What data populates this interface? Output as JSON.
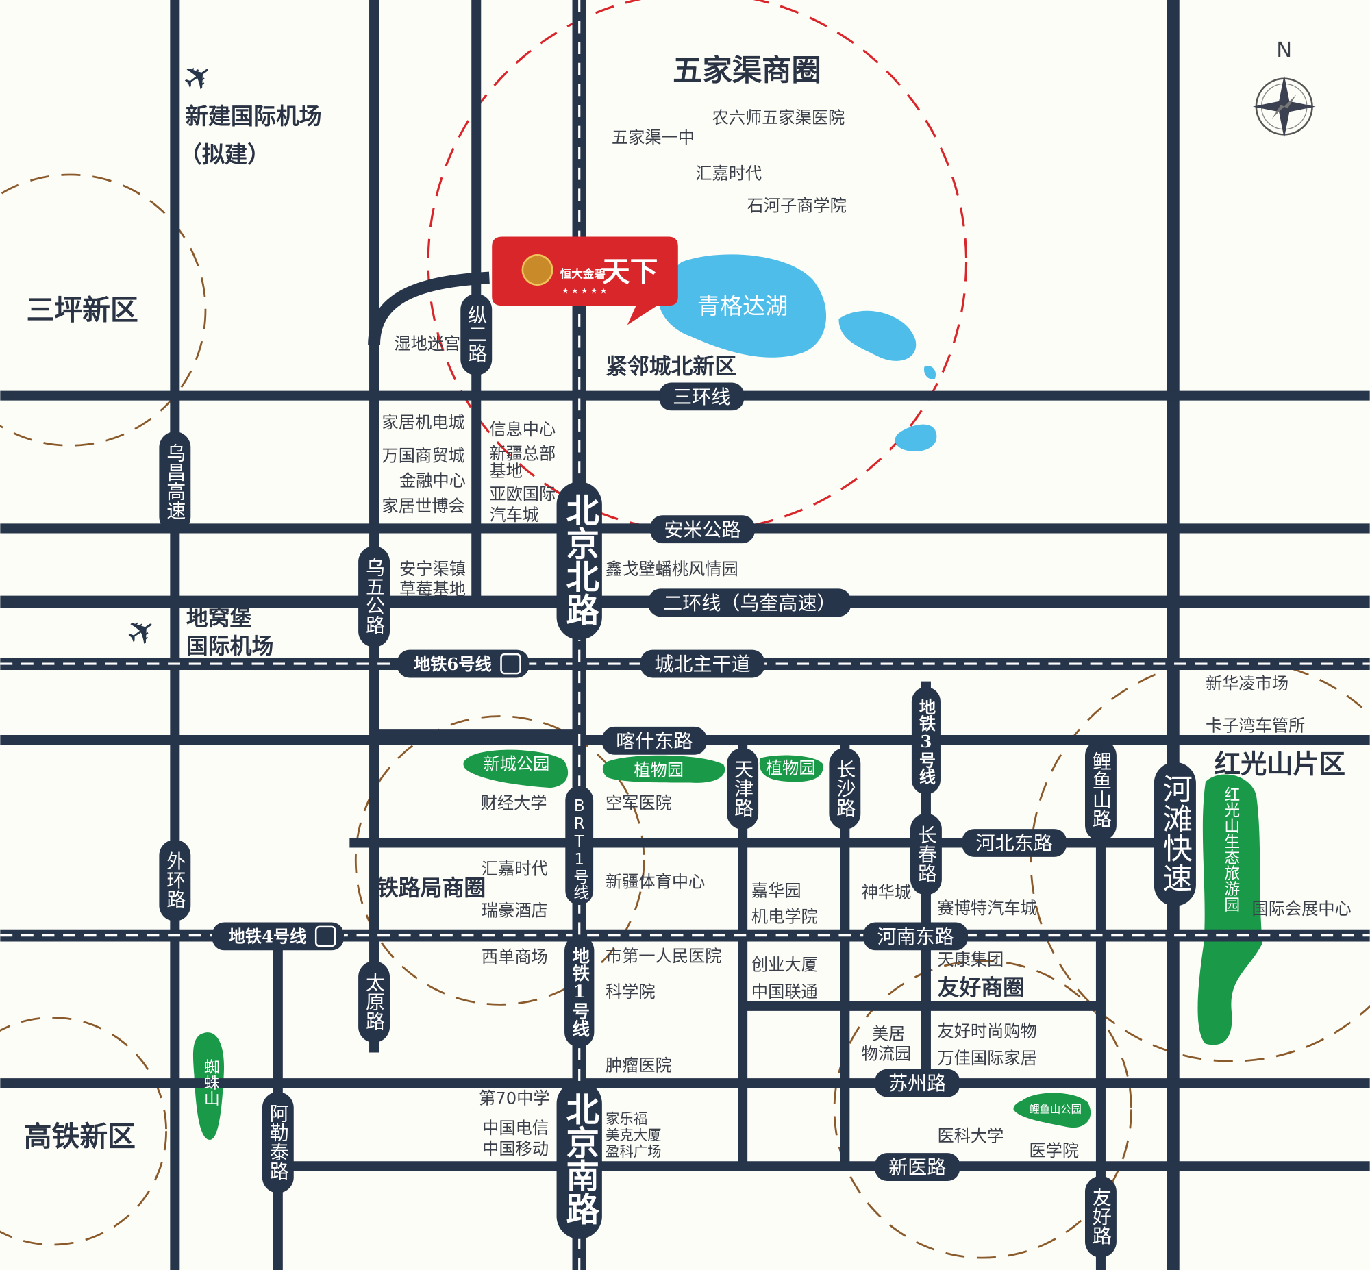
{
  "districts": {
    "sanping": "三坪新区",
    "gaotie": "高铁新区",
    "chengbei": "紧邻城北新区",
    "hongguangshan": "红光山片区",
    "wujiaqu": "五家渠商圈",
    "tielu": "铁路局商圈",
    "youhao": "友好商圈"
  },
  "airports": {
    "new_name": "新建国际机场",
    "new_note": "（拟建）",
    "diwopu_1": "地窝堡",
    "diwopu_2": "国际机场"
  },
  "project": {
    "brand": "恒大金碧",
    "name": "天下",
    "stars": "★ ★ ★ ★ ★",
    "color": "#d9262b"
  },
  "lake": "青格达湖",
  "compass": "N",
  "roads_h": {
    "sanhuan": "三环线",
    "anmi": "安米公路",
    "erhuan": "二环线（乌奎高速）",
    "chengbei": "城北主干道",
    "metro6": "地铁6号线",
    "kashi": "喀什东路",
    "hebei": "河北东路",
    "henan": "河南东路",
    "metro4": "地铁4号线",
    "suzhou": "苏州路",
    "xinyi": "新医路"
  },
  "roads_v": {
    "zonger": "纵二路",
    "wuchang": "乌昌高速",
    "wuwu": "乌五公路",
    "beijingbei": "北京北路",
    "waihuan": "外环路",
    "taiyuan": "太原路",
    "aletai": "阿勒泰路",
    "brt1": "BRT1号线",
    "metro1": "地铁1号线",
    "beijingnan": "北京南路",
    "tianjin": "天津路",
    "changsha": "长沙路",
    "metro3": "地铁3号线",
    "changchun": "长春路",
    "liyushan": "鲤鱼山路",
    "hetan": "河滩快速",
    "youhao": "友好路"
  },
  "parks": {
    "xincheng": "新城公园",
    "zhiwu1": "植物园",
    "zhiwu2": "植物园",
    "zhizhu": "蜘蛛山",
    "liyushan": "鲤鱼山公园",
    "hongguang": "红光山生态旅游园"
  },
  "pois": {
    "nongliushi": "农六师五家渠医院",
    "wjq_yizhong": "五家渠一中",
    "huijia1": "汇嘉时代",
    "shihezi": "石河子商学院",
    "shidi": "湿地迷宫",
    "jiaju_jidian": "家居机电城",
    "wanguo": "万国商贸城",
    "jinrong": "金融中心",
    "jiaju_shibo": "家居世博会",
    "xinxi": "信息中心",
    "xj_zongbu": "新疆总部",
    "jidi": "基地",
    "yaou": "亚欧国际",
    "qiche": "汽车城",
    "xinge": "鑫戈壁蟠桃风情园",
    "anning": "安宁渠镇",
    "caomei": "草莓基地",
    "xinhualing": "新华凌市场",
    "kaziwan": "卡子湾车管所",
    "caijing": "财经大学",
    "kongjun": "空军医院",
    "huijia2": "汇嘉时代",
    "ruihao": "瑞豪酒店",
    "tiyu": "新疆体育中心",
    "jiahua": "嘉华园",
    "jidian": "机电学院",
    "shenhua": "神华城",
    "saibote": "赛博特汽车城",
    "huizhan": "国际会展中心",
    "xidan": "西单商场",
    "diyi": "市第一人民医院",
    "kexue": "科学院",
    "chuangye": "创业大厦",
    "liantong": "中国联通",
    "tiankang": "天康集团",
    "meiju1": "美居",
    "meiju2": "物流园",
    "shishang": "友好时尚购物",
    "wanjia": "万佳国际家居",
    "zhongliu": "肿瘤医院",
    "zhongxue70": "第70中学",
    "dianxin": "中国电信",
    "yidong": "中国移动",
    "jialefu": "家乐福",
    "meike": "美克大厦",
    "yingke": "盈科广场",
    "yike": "医科大学",
    "yixue": "医学院"
  }
}
